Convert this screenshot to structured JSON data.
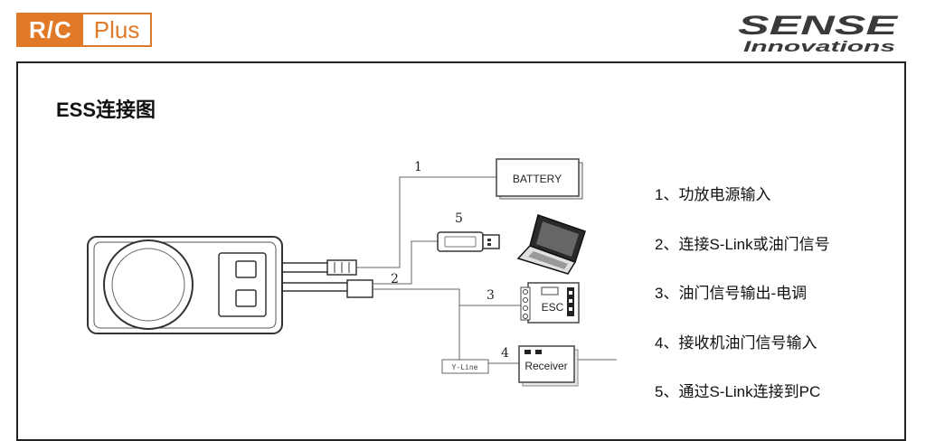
{
  "header": {
    "logo_left": {
      "rc": "R/C",
      "plus": "Plus"
    },
    "logo_right": {
      "line1": "SENSE",
      "line2": "Innovations"
    }
  },
  "main": {
    "title": "ESS连接图",
    "diagram": {
      "wire_numbers": [
        "1",
        "2",
        "3",
        "4",
        "5"
      ],
      "battery_label": "BATTERY",
      "esc_label": "ESC",
      "receiver_label": "Receiver",
      "yline_label": "Y-Line"
    },
    "legend": [
      "1、功放电源输入",
      "2、连接S-Link或油门信号",
      "3、油门信号输出-电调",
      "4、接收机油门信号输入",
      "5、通过S-Link连接到PC"
    ]
  },
  "colors": {
    "accent": "#e07a28",
    "logo_dark": "#3a3a3a"
  }
}
